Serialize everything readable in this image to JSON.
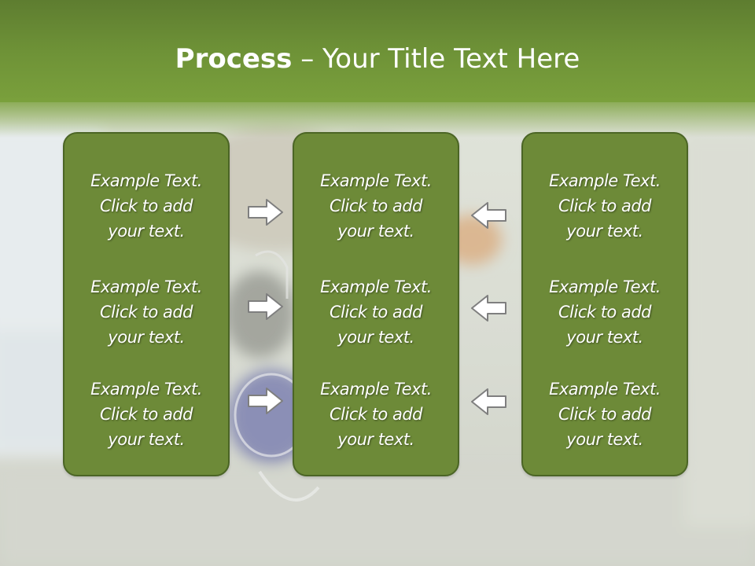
{
  "title": {
    "bold": "Process",
    "dash": " – ",
    "rest": "Your Title Text Here"
  },
  "columns": [
    {
      "blocks": [
        {
          "l1": "Example Text.",
          "l2": "Click  to add",
          "l3": "your text."
        },
        {
          "l1": "Example Text.",
          "l2": "Click  to add",
          "l3": "your text."
        },
        {
          "l1": "Example Text.",
          "l2": "Click  to add",
          "l3": "your text."
        }
      ]
    },
    {
      "blocks": [
        {
          "l1": "Example Text.",
          "l2": "Click  to add",
          "l3": "your text."
        },
        {
          "l1": "Example Text.",
          "l2": "Click  to add",
          "l3": "your text."
        },
        {
          "l1": "Example Text.",
          "l2": "Click  to add",
          "l3": "your text."
        }
      ]
    },
    {
      "blocks": [
        {
          "l1": "Example Text.",
          "l2": "Click  to add",
          "l3": "your text."
        },
        {
          "l1": "Example Text.",
          "l2": "Click  to add",
          "l3": "your text."
        },
        {
          "l1": "Example Text.",
          "l2": "Click  to add",
          "l3": "your text."
        }
      ]
    }
  ],
  "arrows": {
    "left_group": "arrow-right-icon",
    "right_group": "arrow-left-icon"
  },
  "colors": {
    "title_band": "#6e9237",
    "box_fill": "#6d8a38",
    "box_border": "#4b6525",
    "arrow_fill": "#ffffff",
    "arrow_stroke": "#7f7f7f"
  }
}
